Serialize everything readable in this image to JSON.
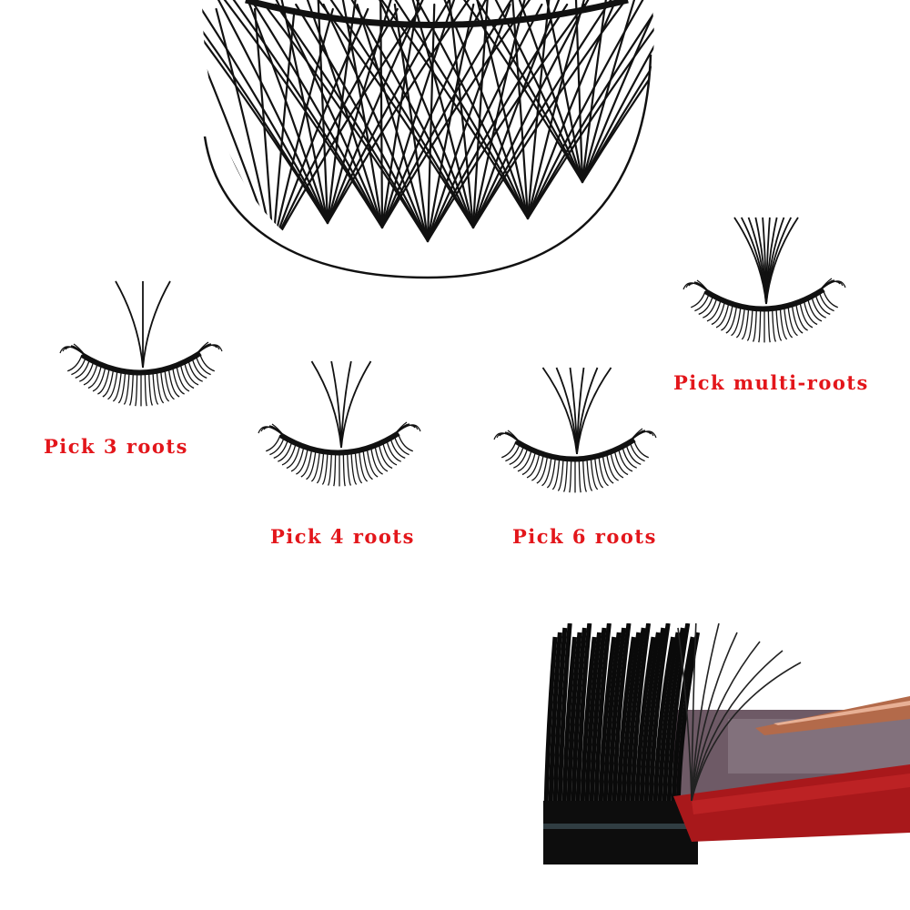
{
  "labels": {
    "pick_3": "Pick 3 roots",
    "pick_4": "Pick 4 roots",
    "pick_6": "Pick 6 roots",
    "pick_multi": "Pick multi-roots"
  },
  "colors": {
    "label_text": "#e3161b",
    "lash": "#111111",
    "tray_red": "#b3191c",
    "tweezer_bronze": "#b36a4a"
  }
}
